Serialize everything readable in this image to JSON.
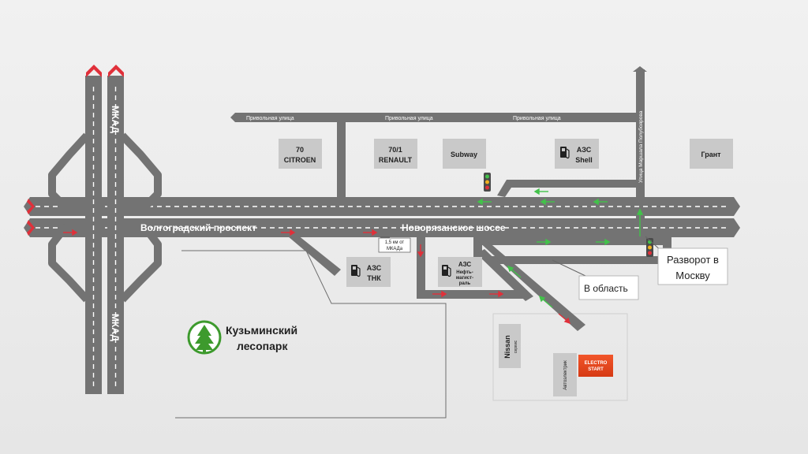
{
  "roads": {
    "privolnaya": "Привольная улица",
    "volgogradsky": "Волгоградский проспект",
    "novoryazanskoe": "Новорязанское шоссе",
    "mkad": "МКАД",
    "poluboyarova": "Улица Маршала Полубоярова"
  },
  "buildings": {
    "citroen": [
      "70",
      "CITROEN"
    ],
    "renault": [
      "70/1",
      "RENAULT"
    ],
    "subway": "Subway",
    "shell": [
      "АЗС",
      "Shell"
    ],
    "grant": "Грант",
    "tnk": [
      "АЗС",
      "ТНК"
    ],
    "neft": [
      "АЗС",
      "Нефть-",
      "магист-",
      "раль"
    ],
    "nissan": [
      "Nissan",
      "сервис"
    ],
    "autoelectric": "Автоэлектрик",
    "electrostart": [
      "ELECTRO",
      "START"
    ]
  },
  "labels": {
    "distance": [
      "1,5 км от",
      "МКАДа"
    ],
    "to_region": "В область",
    "uturn": [
      "Разворот в",
      "Москву"
    ],
    "park": [
      "Кузьминский",
      "лесопарк"
    ]
  },
  "colors": {
    "road": "#737373",
    "block": "#c9c9c9",
    "arrow_green": "#42c24a",
    "arrow_red": "#e0303a",
    "park_green": "#3d9a2d",
    "electrostart": "#e8451d"
  },
  "icons": [
    "fuel-icon",
    "traffic-light-icon",
    "tree-icon",
    "chevron-left-icon",
    "chevron-up-icon"
  ]
}
